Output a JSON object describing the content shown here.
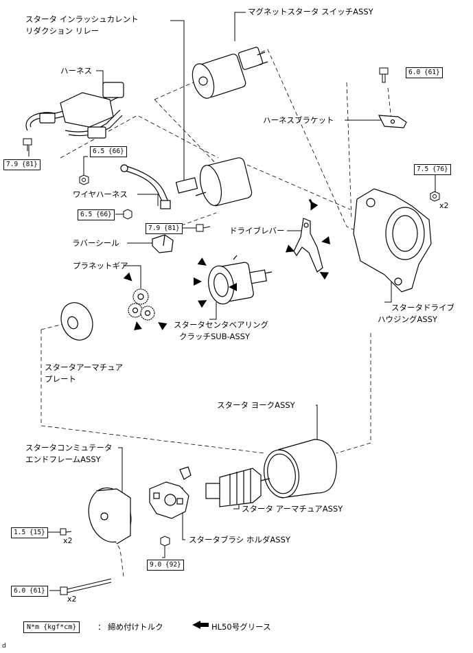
{
  "labels": {
    "inrush_relay_1": "スタータ インラッシュカレント",
    "inrush_relay_2": "リダクション リレー",
    "magnet_switch": "マグネットスタータ スイッチASSY",
    "harness": "ハーネス",
    "harness_bracket": "ハーネスブラケット",
    "wire_harness": "ワイヤハーネス",
    "rubber_seal": "ラバーシール",
    "drive_lever": "ドライブレバー",
    "planet_gear": "プラネットギア",
    "drive_housing_1": "スタータドライブ",
    "drive_housing_2": "ハウジングASSY",
    "center_bearing_1": "スタータセンタベアリング",
    "center_bearing_2": "クラッチSUB-ASSY",
    "armature_plate_1": "スタータアーマチュア",
    "armature_plate_2": "プレート",
    "yoke": "スタータ ヨークASSY",
    "commutator_frame_1": "スタータコンミュテータ",
    "commutator_frame_2": "エンドフレームASSY",
    "armature": "スタータ アーマチュアASSY",
    "brush_holder": "スタータブラシ ホルダASSY"
  },
  "torques": {
    "t_bracket_bolt": "6.0 {61}",
    "t_harness_bolt": "7.9 {81}",
    "t_nut_66_a": "6.5 {66}",
    "t_nut_76": "7.5 {76}",
    "t_nut_66_b": "6.5 {66}",
    "t_bolt_81": "7.9 {81}",
    "t_screw_15": "1.5 {15}",
    "t_nut_92": "9.0 {92}",
    "t_throughbolt_61": "6.0 {61}"
  },
  "quantities": {
    "q_nut": "x2",
    "q_screw": "x2",
    "q_throughbolt": "x2"
  },
  "legend": {
    "unit_box": "N*m {kgf*cm}",
    "torque_text": "： 締め付けトルク",
    "grease_text": "HL50号グリース"
  },
  "footer": {
    "code": "d"
  }
}
